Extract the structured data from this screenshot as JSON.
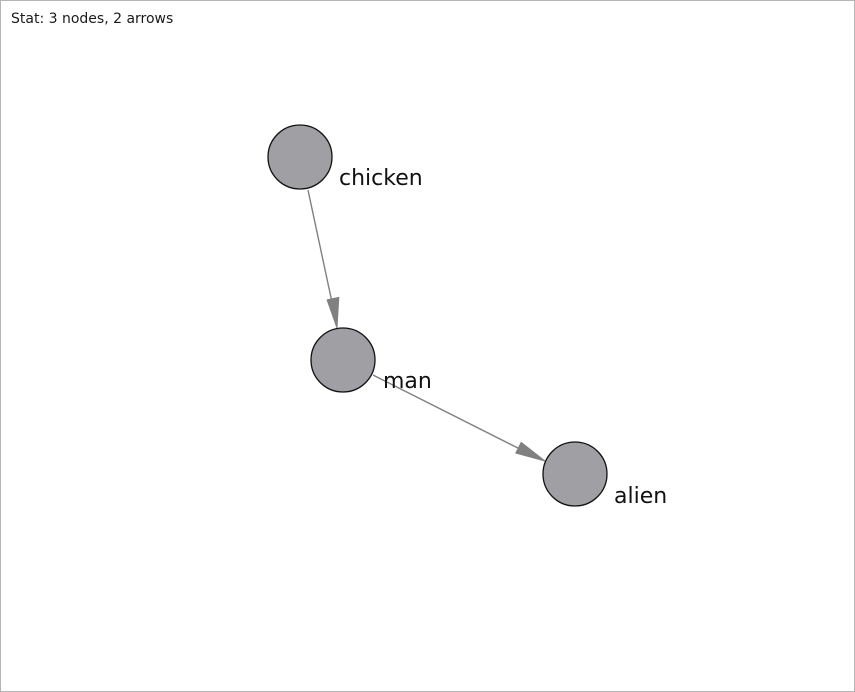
{
  "stat": {
    "text": "Stat: 3 nodes, 2 arrows"
  },
  "nodes": [
    {
      "id": "chicken",
      "label": "chicken"
    },
    {
      "id": "man",
      "label": "man"
    },
    {
      "id": "alien",
      "label": "alien"
    }
  ],
  "edges": [
    {
      "from": "chicken",
      "to": "man"
    },
    {
      "from": "man",
      "to": "alien"
    }
  ],
  "colors": {
    "node_fill": "#a09fa3",
    "node_stroke": "#111111",
    "edge": "#808080",
    "border": "#b5b5b5"
  }
}
